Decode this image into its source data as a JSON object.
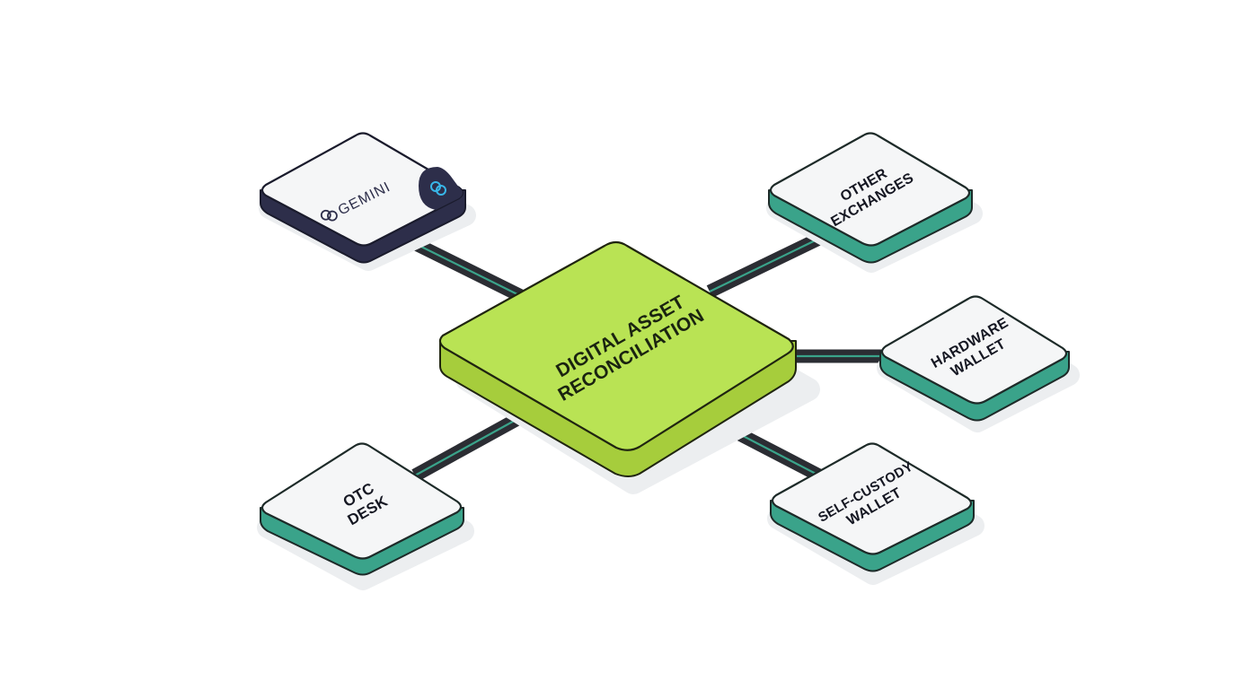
{
  "hub": {
    "line1": "DIGITAL ASSET",
    "line2": "RECONCILIATION",
    "color": "#b5e150"
  },
  "nodes": {
    "gemini": {
      "label": "GEMINI",
      "logo": "gemini-logo-icon",
      "color": "#2d2e4a"
    },
    "other_exchanges": {
      "line1": "OTHER",
      "line2": "EXCHANGES",
      "color": "#3aa38a"
    },
    "hardware_wallet": {
      "line1": "HARDWARE",
      "line2": "WALLET",
      "color": "#3aa38a"
    },
    "self_custody_wallet": {
      "line1": "SELF-CUSTODY",
      "line2": "WALLET",
      "color": "#3aa38a"
    },
    "otc_desk": {
      "line1": "OTC",
      "line2": "DESK",
      "color": "#3aa38a"
    }
  },
  "connector_accent": "#3aa38a"
}
